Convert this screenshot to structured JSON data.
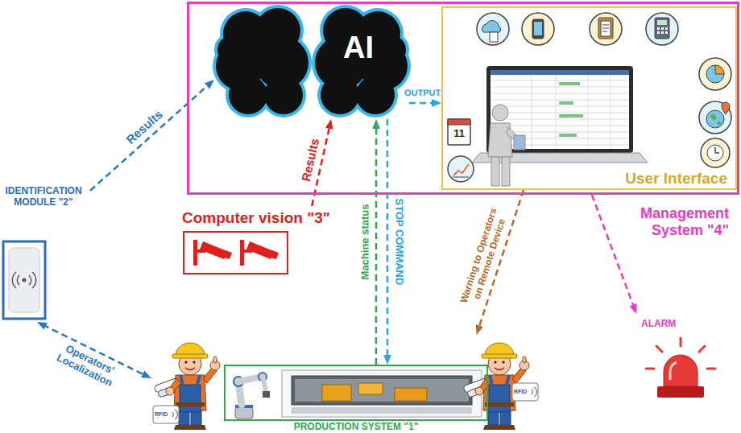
{
  "diagram": {
    "nodes": [
      {
        "text": [
          "Management System \"4\""
        ]
      },
      {
        "text": [
          "AI"
        ],
        "in": 0
      },
      {
        "text": [
          "User Interface"
        ],
        "in": 0
      },
      {
        "text": [
          "IDENTIFICATION MODULE \"2\""
        ]
      },
      {
        "text": [
          "Computer vision \"3\""
        ]
      },
      {
        "text": [
          "ALARM"
        ]
      },
      {
        "text": [
          "RFID"
        ]
      },
      {
        "text": [
          "PRODUCTION SYSTEM \"1\""
        ]
      },
      {
        "text": [
          "RFID"
        ]
      }
    ],
    "edges": [
      {
        "from": 3,
        "to": 1,
        "arrow": "to",
        "label": "Results"
      },
      {
        "from": 3,
        "to": 6,
        "arrow": "both",
        "label": "Operators' Localization"
      },
      {
        "from": 4,
        "to": 1,
        "arrow": "to",
        "label": "Results"
      },
      {
        "from": 7,
        "to": 1,
        "arrow": "to",
        "label": "Machine status"
      },
      {
        "from": 1,
        "to": 7,
        "arrow": "to",
        "label": "STOP COMMAND"
      },
      {
        "from": 1,
        "to": 2,
        "arrow": "to",
        "label": "OUTPUT"
      },
      {
        "from": 2,
        "to": 8,
        "arrow": "to",
        "label": "Warning to Operators on Remote Device"
      },
      {
        "from": 0,
        "to": 5,
        "arrow": "to"
      }
    ],
    "labels": [
      "11"
    ]
  }
}
